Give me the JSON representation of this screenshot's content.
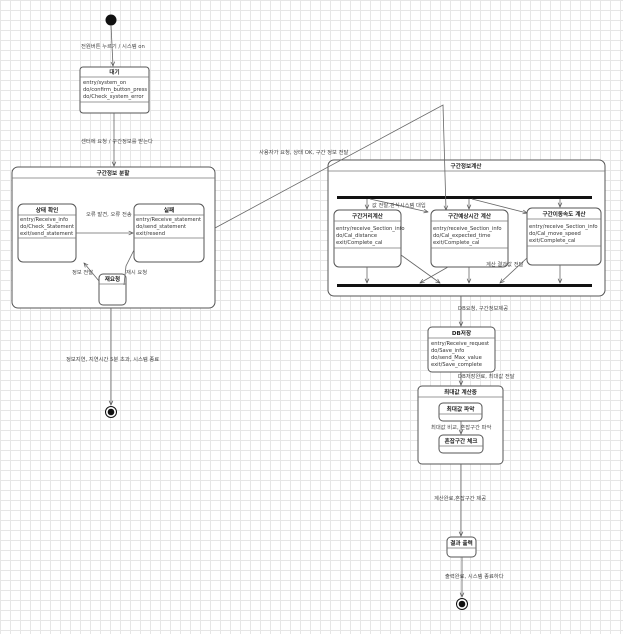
{
  "states": {
    "wait": {
      "title": "대기",
      "lines": [
        "entry/system_on",
        "do/confirm_button_press",
        "do/Check_system_error"
      ]
    },
    "compound_info": {
      "title": "구간정보 분할"
    },
    "status_check": {
      "title": "상태 확인",
      "lines": [
        "entry/Receive_info",
        "do/Check_Statement",
        "exit/send_statement"
      ]
    },
    "fail": {
      "title": "실패",
      "lines": [
        "entry/Receive_statement",
        "do/send_statement",
        "exit/resend"
      ]
    },
    "retry": {
      "title": "재요청"
    },
    "compound_calc": {
      "title": "구간정보계산"
    },
    "dist_calc": {
      "title": "구간거리계산",
      "lines": [
        "entry/receive_Section_info",
        "do/Cal_distance",
        "exit/Complete_cal"
      ]
    },
    "time_calc": {
      "title": "구간예상시간 계산",
      "lines": [
        "entry/receive_Section_info",
        "do/Cal_expected_time",
        "exit/Complete_cal"
      ]
    },
    "speed_calc": {
      "title": "구간이동속도 계산",
      "lines": [
        "entry/receive_Section_info",
        "do/Cal_move_speed",
        "exit/Complete_cal"
      ]
    },
    "db_save": {
      "title": "DB저장",
      "lines": [
        "entry/Receive_request",
        "do/Save_info",
        "do/send_Max_value",
        "exit/Save_complete"
      ]
    },
    "compound_max": {
      "title": "최대값 계산중"
    },
    "max_find": {
      "title": "최대값 파악"
    },
    "crowd_check": {
      "title": "혼잡구간 체크"
    },
    "result": {
      "title": "결과 출력"
    }
  },
  "transitions": {
    "t_start": "전원버튼 누르기 / 시스템 on",
    "t_request": "센터에 요청 / 구간정보를 받는다",
    "t_user": "사용자가 요청, 상태 OK, 구간 정보 전달",
    "t_error": "오류 발견, 오류 전송",
    "t_info": "정보 전달",
    "t_resend": "재시 요청",
    "t_timeout": "정보지연, 지연시간 5분 초과, 시스템 종료",
    "t_pass": "값 전달,관식시스템 대입",
    "t_calc_result": "계산 결과값 전달",
    "t_db": "DB요청, 구간정보제공",
    "t_db_done": "DB저장완료, 최대값 전달",
    "t_compare": "최대값 비교, 혼잡구간 파악",
    "t_calc_done": "계산완료,혼잡구간 제공",
    "t_output": "출력완료, 시스템 종료하다"
  }
}
